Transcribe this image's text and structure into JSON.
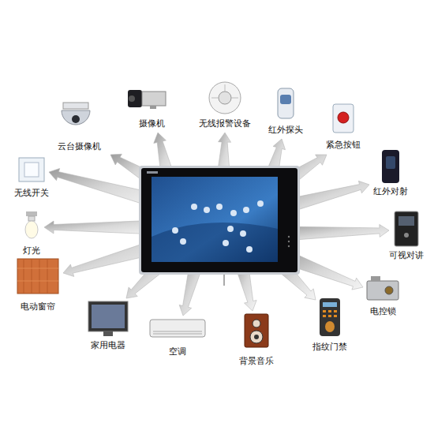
{
  "diagram": {
    "labels": [
      "云台摄像机",
      "摄像机",
      "无线报警设备",
      "红外探头",
      "紧急按钮",
      "红外对射",
      "可视对讲",
      "电控锁",
      "指纹门禁",
      "背景音乐",
      "空调",
      "家用电器",
      "电动窗帘",
      "灯光",
      "无线开关"
    ]
  }
}
